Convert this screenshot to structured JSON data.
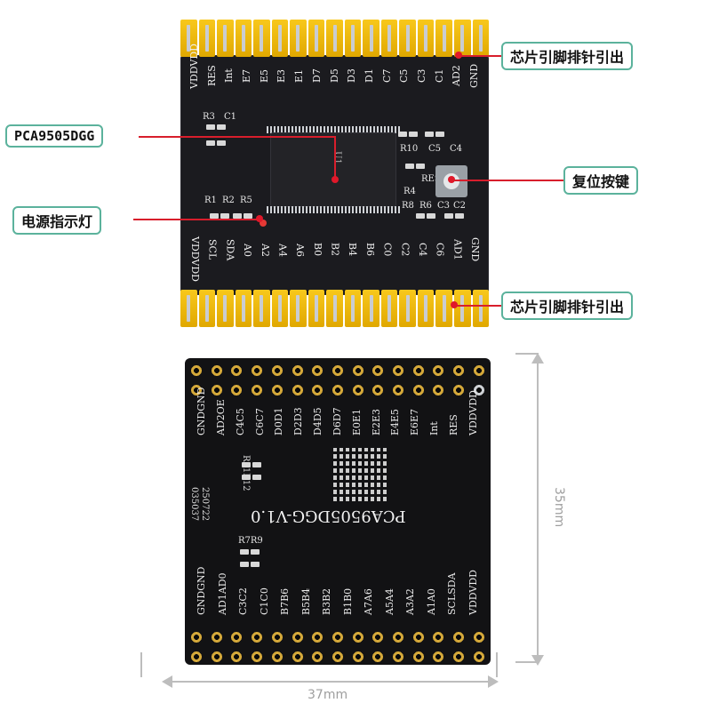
{
  "callouts": {
    "header_pins_top": "芯片引脚排针引出",
    "header_pins_bottom": "芯片引脚排针引出",
    "chip": "PCA9505DGG",
    "reset_button": "复位按键",
    "power_led": "电源指示灯"
  },
  "front_silk": {
    "top_row": [
      "VDDVDD",
      "RES",
      "Int",
      "E7",
      "E5",
      "E3",
      "E1",
      "D7",
      "D5",
      "D3",
      "D1",
      "C7",
      "C5",
      "C3",
      "C1",
      "AD2",
      "GND"
    ],
    "bottom_row": [
      "VDDVDD",
      "SCL",
      "SDA",
      "A0",
      "A2",
      "A4",
      "A6",
      "B0",
      "B2",
      "B4",
      "B6",
      "C0",
      "C2",
      "C4",
      "C6",
      "AD1",
      "GND"
    ],
    "components": [
      "R3",
      "C1",
      "R1",
      "R2",
      "R5",
      "R4",
      "R8",
      "R6",
      "C3",
      "C2",
      "R10",
      "C5",
      "C4",
      "RES",
      "U1"
    ]
  },
  "back_silk": {
    "top_row": [
      "GNDGND",
      "AD2OE",
      "C4C5",
      "C6C7",
      "D0D1",
      "D2D3",
      "D4D5",
      "D6D7",
      "E0E1",
      "E2E3",
      "E4E5",
      "E6E7",
      "Int",
      "RES",
      "VDDVDD"
    ],
    "bottom_row": [
      "GNDGND",
      "AD1AD0",
      "C3C2",
      "C1C0",
      "B7B6",
      "B5B4",
      "B3B2",
      "B1B0",
      "A7A6",
      "A5A4",
      "A3A2",
      "A1A0",
      "SCLSDA",
      "VDDVDD"
    ],
    "model": "PCA9505DGG-V1.0",
    "date_code": "250722",
    "batch_code": "035037",
    "components_a": "R11R12",
    "components_b": "R7R9"
  },
  "dimensions": {
    "height": "35mm",
    "width": "37mm"
  },
  "colors": {
    "callout_border": "#5bb29c",
    "leader_line": "#d81e2c",
    "board": "#1b1b1f",
    "header": "#f8c81c"
  }
}
